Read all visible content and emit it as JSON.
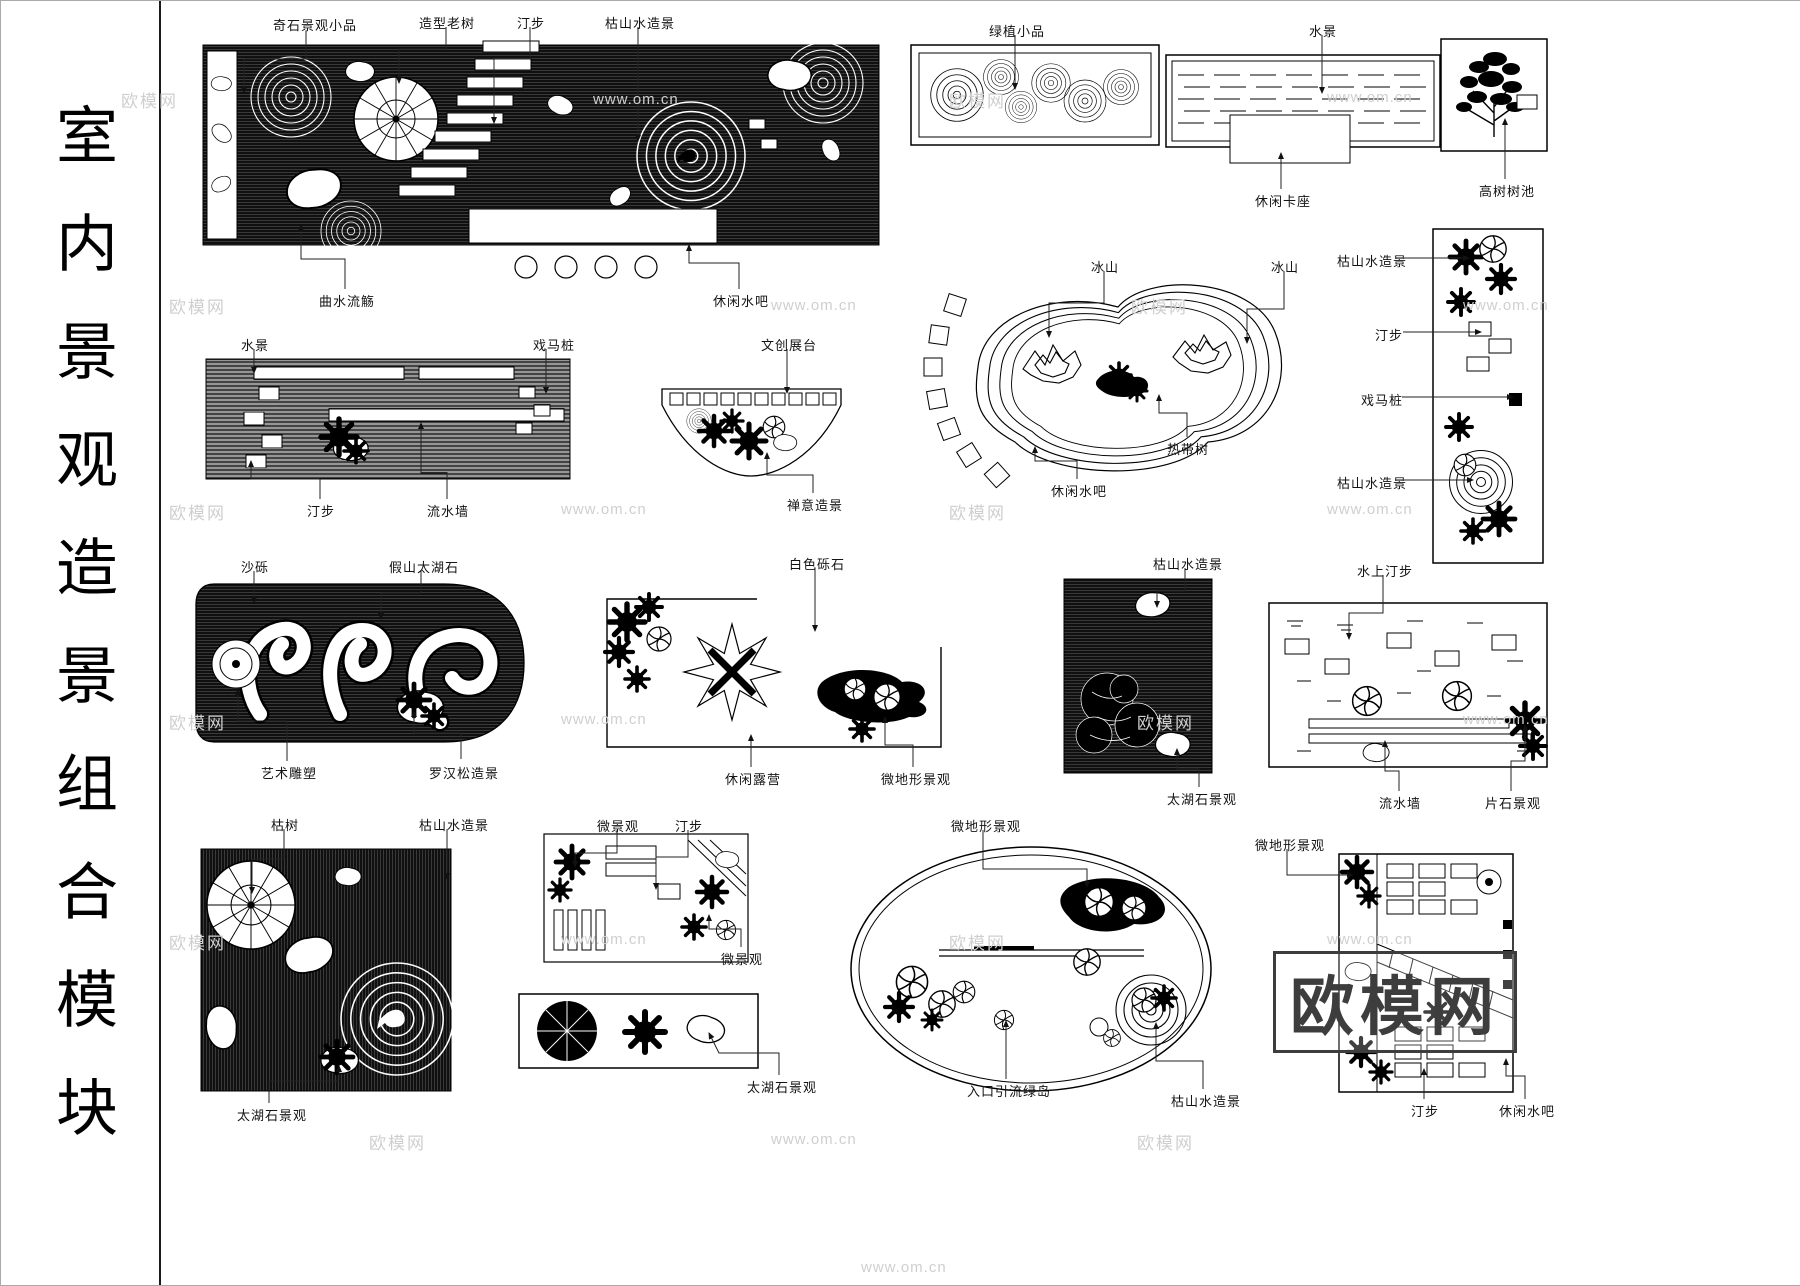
{
  "page": {
    "vertical_title": "室内景观造景组合模块"
  },
  "watermark": {
    "brand": "欧模网",
    "url": "www.om.cn"
  },
  "labels": {
    "rock_feature": "奇石景观小品",
    "shaped_old_tree": "造型老树",
    "stepping_stones_a": "汀步",
    "dry_landscape_a": "枯山水造景",
    "winding_water": "曲水流觞",
    "leisure_bar_a": "休闲水吧",
    "green_plants": "绿植小品",
    "water_feature_c": "水景",
    "leisure_seating": "休闲卡座",
    "tall_tree_pool": "高树树池",
    "iceberg_left": "冰山",
    "iceberg_right": "冰山",
    "tropical_tree": "热带树",
    "leisure_bar_e": "休闲水吧",
    "dry_landscape_f1": "枯山水造景",
    "stepping_stones_f": "汀步",
    "play_posts_f": "戏马桩",
    "dry_landscape_f2": "枯山水造景",
    "water_feature_g": "水景",
    "play_posts_g": "戏马桩",
    "stepping_stones_g": "汀步",
    "water_wall_g": "流水墙",
    "cultural_booth": "文创展台",
    "zen_scene": "禅意造景",
    "gravel": "沙砾",
    "taihu_rockery": "假山太湖石",
    "art_sculpture": "艺术雕塑",
    "podocarpus_scene": "罗汉松造景",
    "white_gravel": "白色砾石",
    "leisure_camping": "休闲露营",
    "micro_terrain_j": "微地形景观",
    "dry_landscape_k": "枯山水造景",
    "taihu_stone_k": "太湖石景观",
    "water_steps": "水上汀步",
    "water_wall_l": "流水墙",
    "slab_stone": "片石景观",
    "dead_tree": "枯树",
    "dry_landscape_m": "枯山水造景",
    "taihu_stone_m": "太湖石景观",
    "micro_landscape_n1": "微景观",
    "stepping_stones_n": "汀步",
    "micro_landscape_n2": "微景观",
    "taihu_stone_o": "太湖石景观",
    "micro_terrain_p": "微地形景观",
    "entrance_green_island": "入口引流绿岛",
    "dry_landscape_p": "枯山水造景",
    "micro_terrain_q": "微地形景观",
    "stepping_stones_q": "汀步",
    "leisure_bar_q": "休闲水吧"
  }
}
